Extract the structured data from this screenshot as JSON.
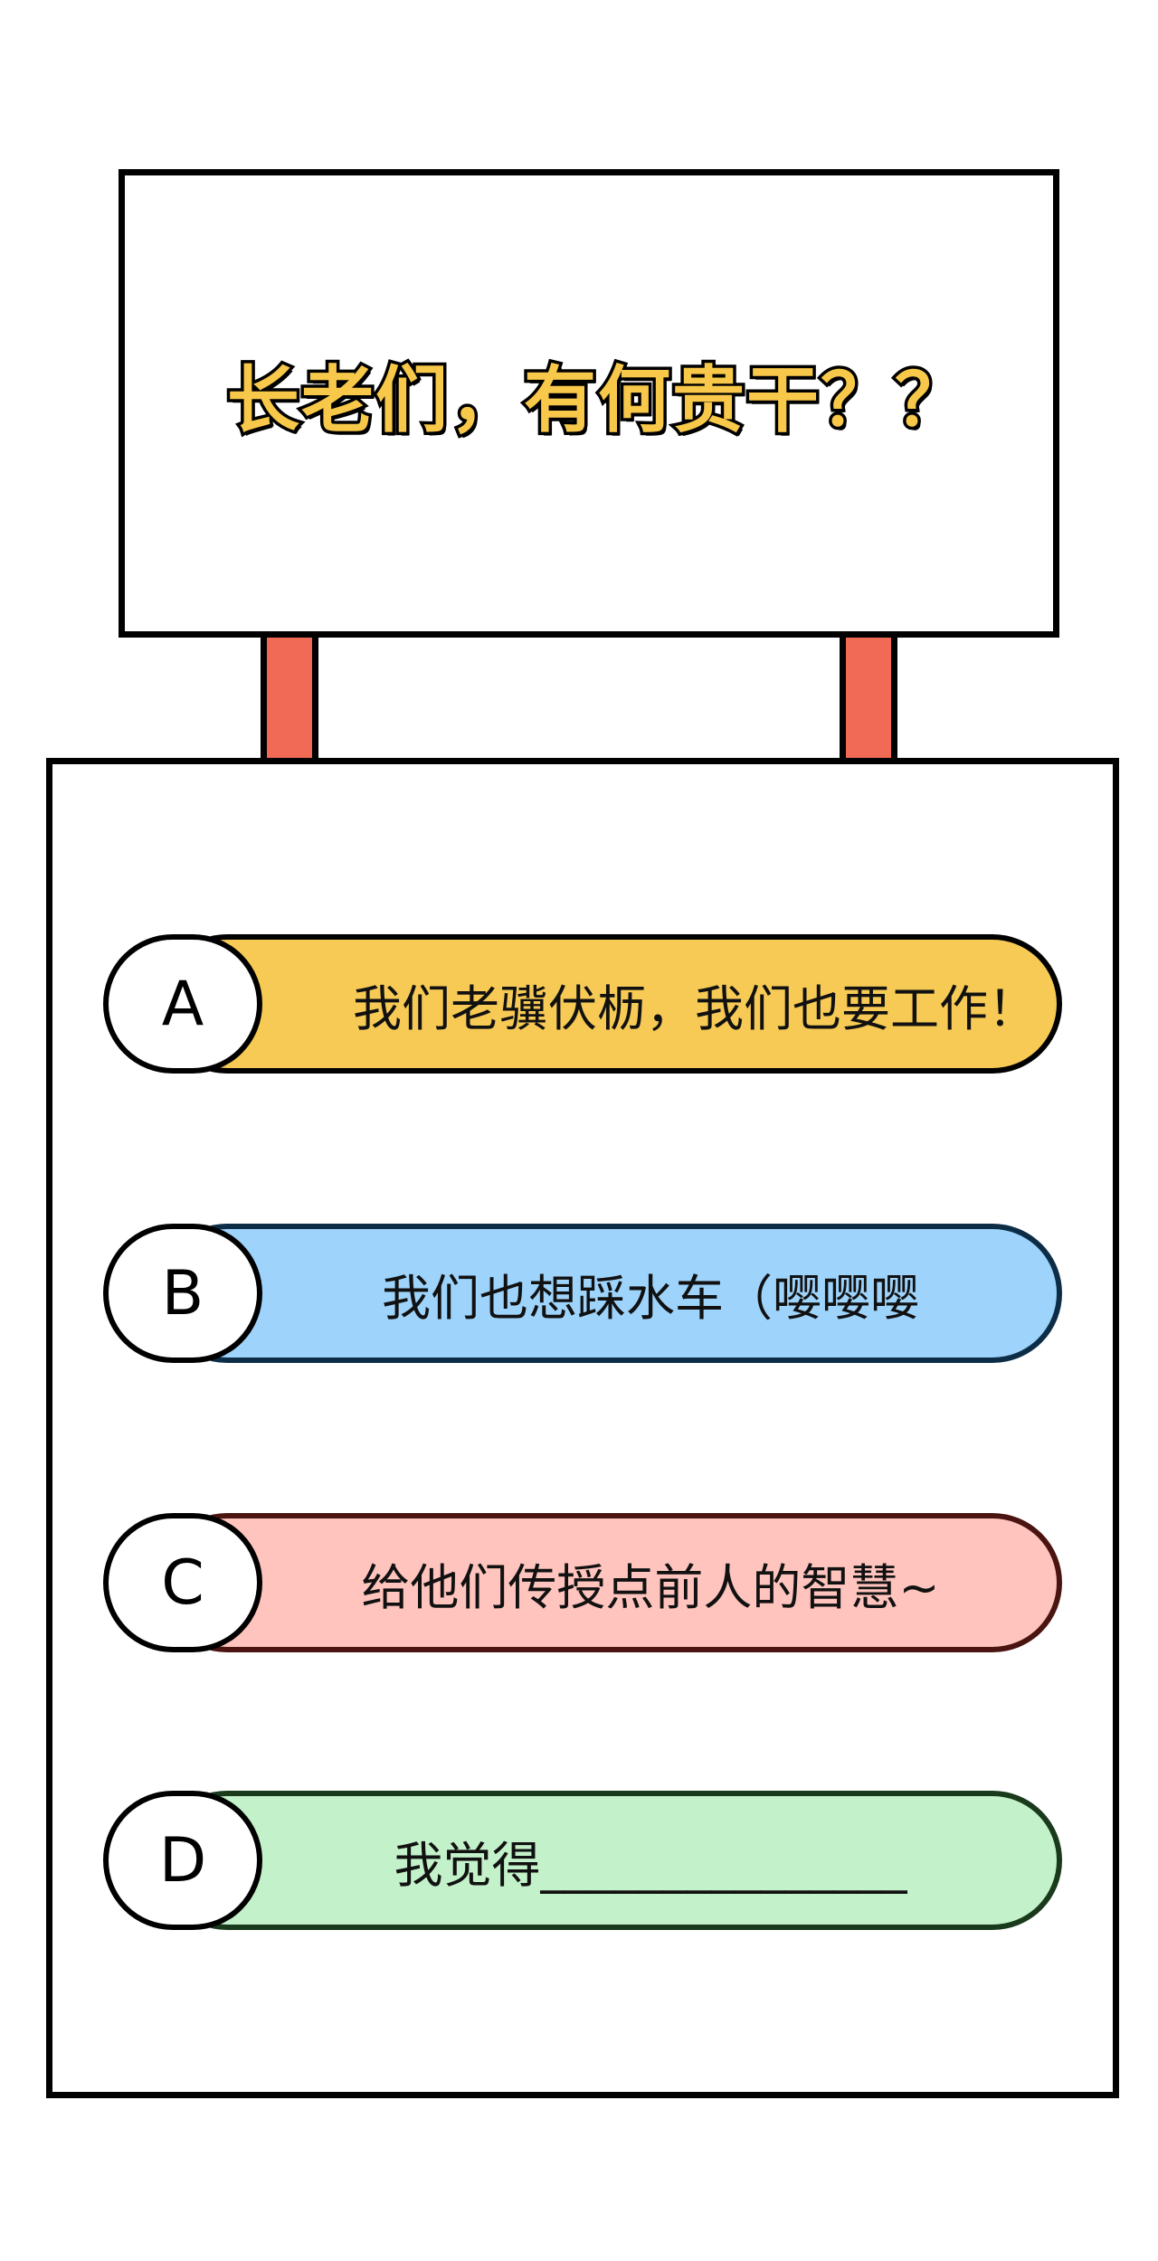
{
  "sign": {
    "title": "长老们，有何贵干？？"
  },
  "options": [
    {
      "letter": "A",
      "text": "我们老骥伏枥，我们也要工作！",
      "color": "#f7ca55"
    },
    {
      "letter": "B",
      "text": "我们也想踩水车（嘤嘤嘤",
      "color": "#9ed3fb"
    },
    {
      "letter": "C",
      "text": "给他们传授点前人的智慧~",
      "color": "#fec4bd"
    },
    {
      "letter": "D",
      "text": "我觉得_______________",
      "color": "#c3f1c9"
    }
  ],
  "colors": {
    "post": "#f06a55",
    "title_fill": "#f8c84a"
  }
}
